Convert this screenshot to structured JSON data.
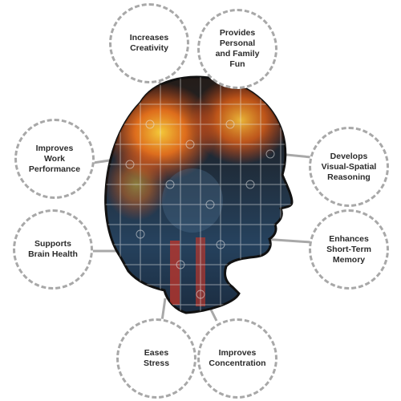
{
  "benefits": [
    {
      "label": "Increases\nCreativity"
    },
    {
      "label": "Provides\nPersonal\nand Family\nFun"
    },
    {
      "label": "Improves\nWork\nPerformance"
    },
    {
      "label": "Develops\nVisual-Spatial\nReasoning"
    },
    {
      "label": "Supports\nBrain Health"
    },
    {
      "label": "Enhances\nShort-Term\nMemory"
    },
    {
      "label": "Eases\nStress"
    },
    {
      "label": "Improves\nConcentration"
    }
  ],
  "colors": {
    "bubble_border": "#a8a8a8",
    "connector": "#a8a8a8",
    "text": "#2b2b2b",
    "head_glow": "#ff7a1a",
    "head_dark": "#1c2836",
    "head_blue": "#2f5d86",
    "head_red": "#c3362a"
  },
  "image": {
    "subject": "head-silhouette",
    "style": "jigsaw-puzzle"
  }
}
